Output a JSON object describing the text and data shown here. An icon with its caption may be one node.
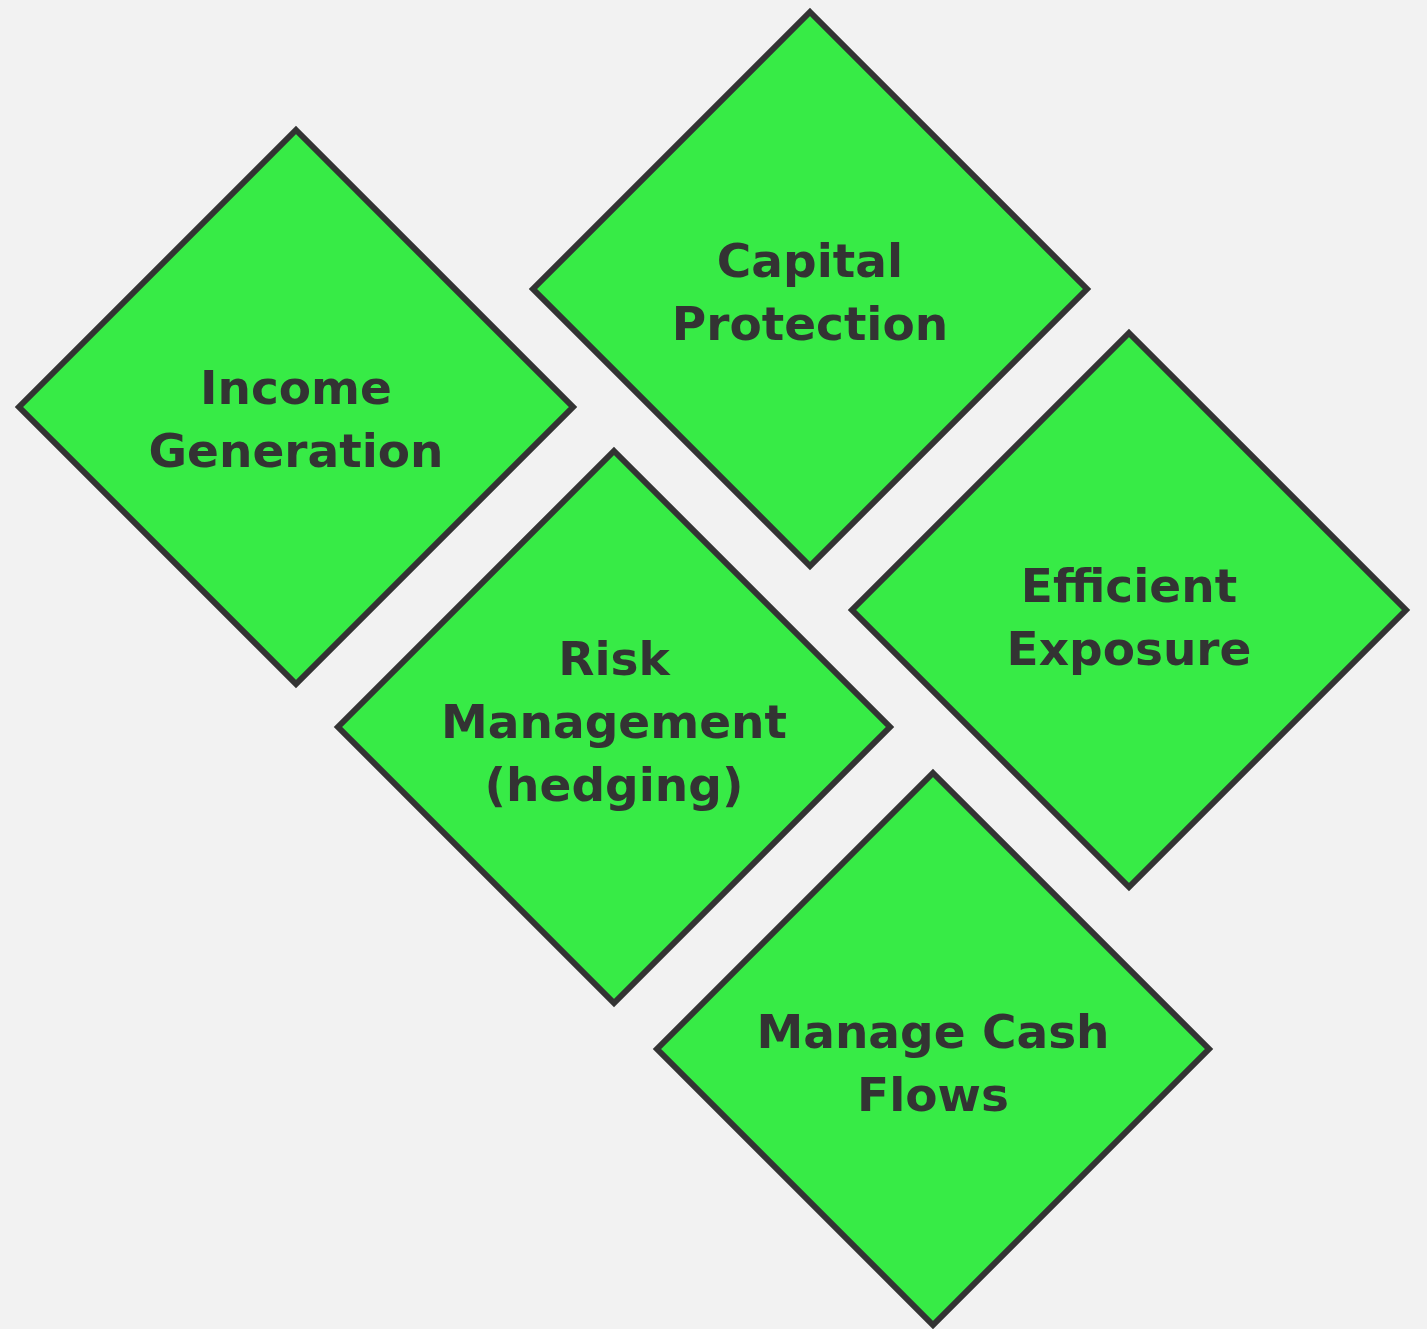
{
  "diagram": {
    "nodes": [
      {
        "text": [
          "Capital Protection"
        ]
      },
      {
        "text": [
          "Income Generation"
        ]
      },
      {
        "text": [
          "Efficient Exposure"
        ]
      },
      {
        "text": [
          "Risk Management (hedging)"
        ]
      },
      {
        "text": [
          "Manage Cash Flows"
        ]
      }
    ]
  }
}
